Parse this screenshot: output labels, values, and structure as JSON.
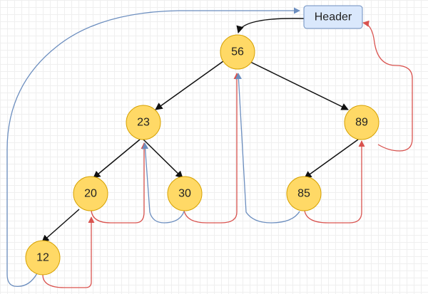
{
  "header": {
    "label": "Header"
  },
  "nodes": [
    {
      "id": "n56",
      "label": "56"
    },
    {
      "id": "n23",
      "label": "23"
    },
    {
      "id": "n89",
      "label": "89"
    },
    {
      "id": "n20",
      "label": "20"
    },
    {
      "id": "n30",
      "label": "30"
    },
    {
      "id": "n85",
      "label": "85"
    },
    {
      "id": "n12",
      "label": "12"
    }
  ],
  "colors": {
    "node_fill": "#ffd966",
    "node_stroke": "#d6a100",
    "header_fill": "#dae8fc",
    "header_stroke": "#6c8ebf",
    "tree_edge": "#111111",
    "thread_red": "#d9534f",
    "thread_blue": "#6c8ebf"
  }
}
